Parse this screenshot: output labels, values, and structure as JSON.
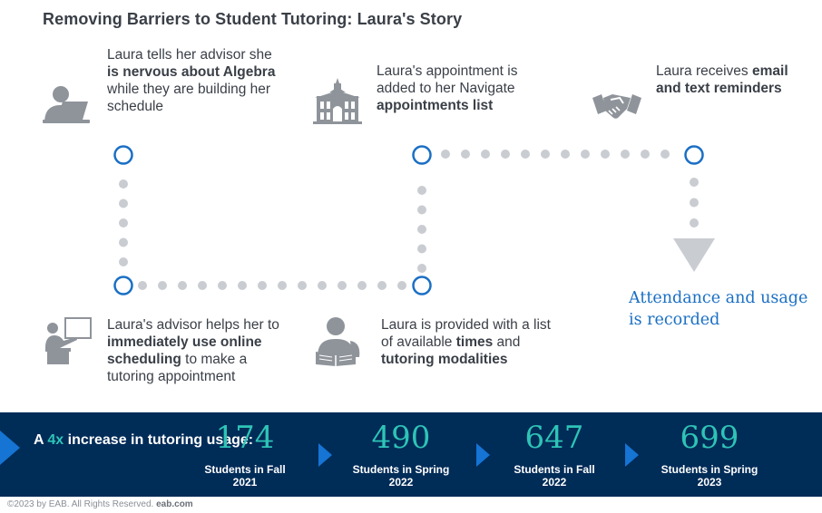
{
  "title": "Removing Barriers to Student Tutoring: Laura's Story",
  "steps": {
    "s1": {
      "pre": "Laura tells her advisor she ",
      "bold": "is nervous about Algebra",
      "post": " while they are building her schedule",
      "icon": "student-laptop-icon"
    },
    "s2": {
      "pre": "Laura's appointment is added to her Navigate ",
      "bold": "appointments list",
      "post": "",
      "icon": "campus-building-icon"
    },
    "s3": {
      "pre": "Laura receives ",
      "bold": "email and text reminders",
      "post": "",
      "icon": "handshake-icon"
    },
    "s4": {
      "pre": "Laura's advisor helps her to ",
      "bold": "immediately use online scheduling",
      "post": " to make a tutoring appointment",
      "icon": "presenter-board-icon"
    },
    "s5": {
      "pre": "Laura is provided with a list of available ",
      "bold1": "times",
      "mid": " and ",
      "bold2": "tutoring modalities",
      "icon": "student-reading-icon"
    }
  },
  "outcome": "Attendance and usage is recorded",
  "band": {
    "label_pre": "A ",
    "label_accent": "4x",
    "label_post": " increase in tutoring usage:",
    "stats": [
      {
        "value": "174",
        "label": "Students in Fall 2021"
      },
      {
        "value": "490",
        "label": "Students in Spring 2022"
      },
      {
        "value": "647",
        "label": "Students in Fall 2022"
      },
      {
        "value": "699",
        "label": "Students in Spring 2023"
      }
    ]
  },
  "footer": {
    "text": "©2023 by EAB. All Rights Reserved. ",
    "brand": "eab.com"
  },
  "colors": {
    "navy": "#002c58",
    "teal": "#2ec4b6",
    "blue": "#1574d4",
    "node": "#1a6fc4",
    "dot": "#c9ccd1",
    "text": "#3a3f47"
  }
}
